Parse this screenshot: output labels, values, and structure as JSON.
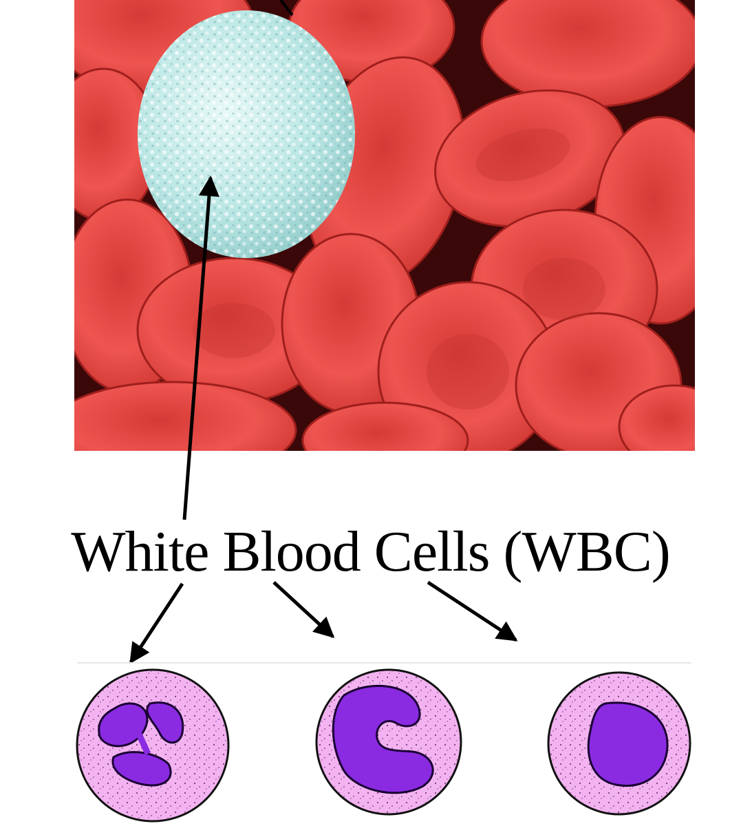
{
  "diagram": {
    "label": "White Blood Cells (WBC)",
    "photo": {
      "subject": "scanning electron micrograph of a white blood cell among red blood cells"
    },
    "illustrations": [
      {
        "id": "neutrophil-like",
        "nucleus": "multi-lobed"
      },
      {
        "id": "monocyte-like",
        "nucleus": "horseshoe"
      },
      {
        "id": "lymphocyte-like",
        "nucleus": "round"
      }
    ],
    "colors": {
      "red_cell": "#e8453f",
      "white_cell": "#c5ecec",
      "cytoplasm": "#f2b3f0",
      "nucleus": "#8a2be2",
      "arrow": "#000000"
    }
  }
}
